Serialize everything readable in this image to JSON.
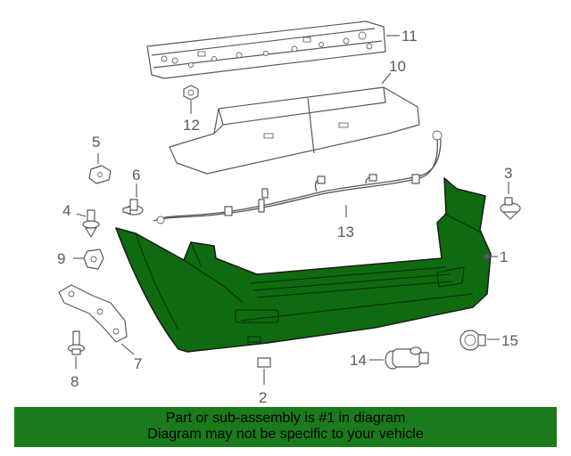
{
  "callouts": {
    "c1": "1",
    "c2": "2",
    "c3": "3",
    "c4": "4",
    "c5": "5",
    "c6": "6",
    "c7": "7",
    "c8": "8",
    "c9": "9",
    "c10": "10",
    "c11": "11",
    "c12": "12",
    "c13": "13",
    "c14": "14",
    "c15": "15"
  },
  "colors": {
    "highlight": "#0f6b0f",
    "banner": "#1b7a1b",
    "line": "#5a5a5a"
  },
  "banner": {
    "line1": "Part or sub-assembly is #1 in diagram",
    "line2": "Diagram may not be specific to your vehicle"
  }
}
